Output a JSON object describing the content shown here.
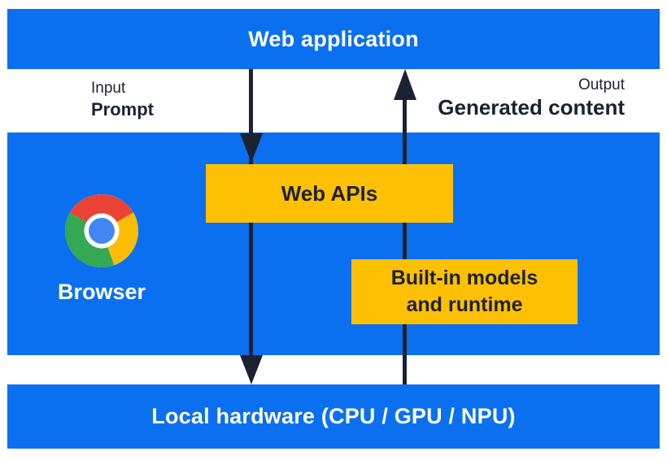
{
  "colors": {
    "blue": "#0B70F0",
    "yellow": "#FDC003",
    "dark": "#1B2231",
    "chrome_red": "#EA4335",
    "chrome_yellow": "#FBBC04",
    "chrome_green": "#34A853",
    "chrome_blue": "#4285F4"
  },
  "top_bar": {
    "label": "Web application"
  },
  "flow": {
    "input_title": "Input",
    "input_value": "Prompt",
    "output_title": "Output",
    "output_value": "Generated content"
  },
  "browser": {
    "label": "Browser",
    "icon": "chrome-icon"
  },
  "boxes": {
    "web_apis": {
      "label": "Web APIs"
    },
    "builtin": {
      "lines": [
        "Built-in models",
        "and runtime"
      ]
    }
  },
  "bottom_bar": {
    "label": "Local hardware (CPU / GPU / NPU)"
  }
}
